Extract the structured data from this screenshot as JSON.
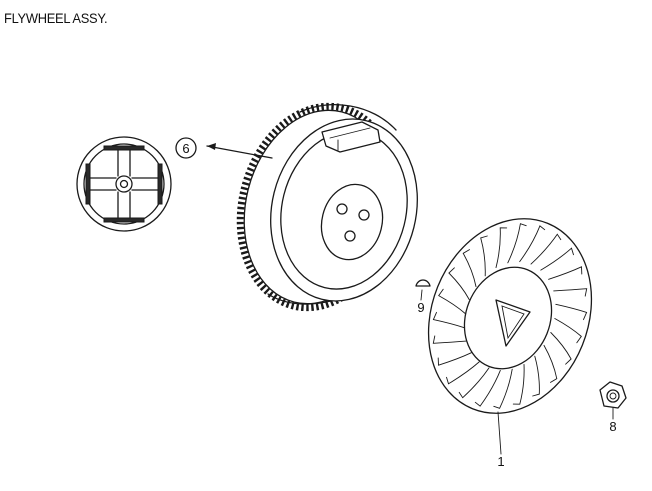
{
  "title": "FLYWHEEL ASSY.",
  "callouts": [
    {
      "id": "c6",
      "label": "6"
    },
    {
      "id": "c9",
      "label": "9"
    },
    {
      "id": "c8",
      "label": "8"
    },
    {
      "id": "c1",
      "label": "1"
    }
  ]
}
